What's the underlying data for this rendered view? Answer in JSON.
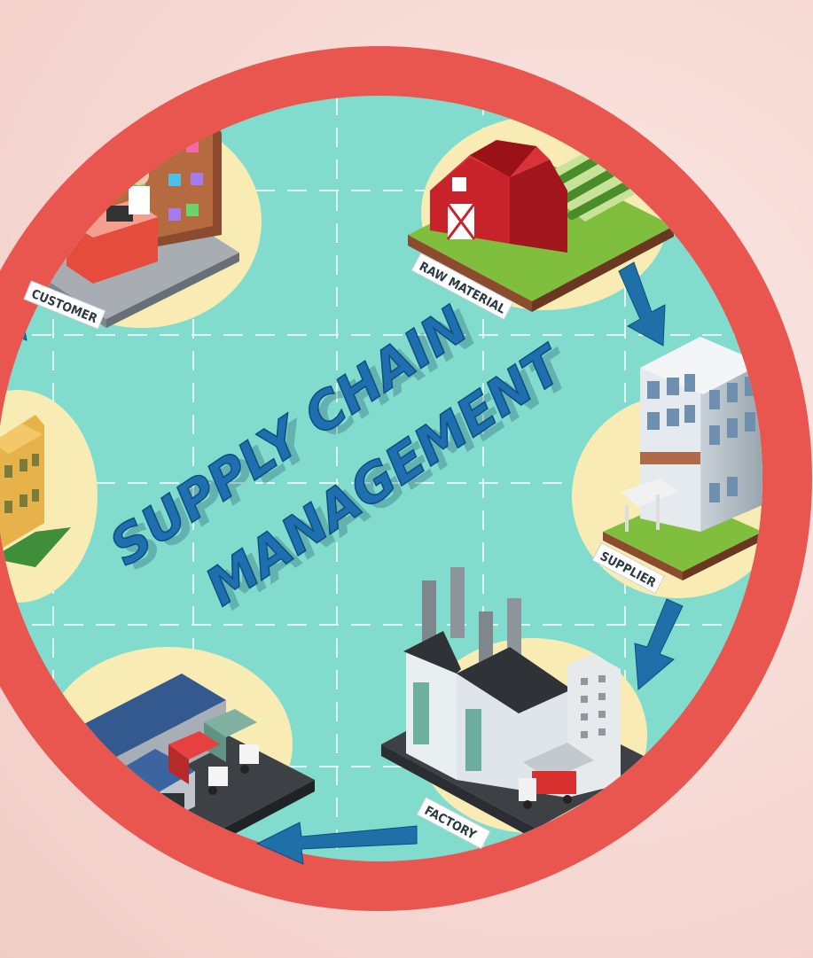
{
  "title": {
    "line1": "SUPPLY CHAIN",
    "line2": "MANAGEMENT"
  },
  "stages": {
    "raw_material": "RAW MATERIAL",
    "supplier": "SUPPLIER",
    "factory": "FACTORY",
    "customer": "CUSTOMER"
  },
  "colors": {
    "ring": "#e9564f",
    "disk": "#82dccd",
    "arrow": "#1f6fa8",
    "title": "#1e6fb0",
    "platform_bg": "#f8ecb4"
  }
}
